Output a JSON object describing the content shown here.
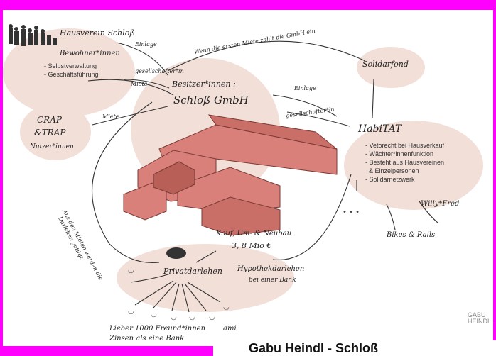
{
  "diagram": {
    "stakeholders": {
      "hausverein_title": "Hausverein Schloß",
      "bewohner": "Bewohner*innen",
      "items": [
        "- Selbstverwaltung",
        "- Geschäftsführung"
      ]
    },
    "owner": {
      "line1": "Besitzer*innen :",
      "line2": "Schloß GmbH"
    },
    "solidarfond": "Solidarfond",
    "crap_trap": {
      "line1": "CRAP",
      "line2": "&TRAP",
      "line3": "Nutzer*innen"
    },
    "habitat": {
      "title": "HabiTAT",
      "items": [
        "- Vetorecht bei Hausverkauf",
        "- Wächter*innenfunktion",
        "- Besteht aus Hausvereinen",
        "  & Einzelpersonen",
        "- Solidarnetzwerk"
      ]
    },
    "willy_fred": "Willy*Fred",
    "bikes_rails": "Bikes & Rails",
    "privatdarlehen": "Privatdarlehen",
    "kauf": {
      "line1": "Kauf, Um- & Neubau",
      "line2": "3, 8 Mio €"
    },
    "hypothek": {
      "line1": "Hypothekdarlehen",
      "line2": "bei einer Bank"
    },
    "bottom_note": {
      "line1": "Lieber 1000 Freund*innen",
      "line2": "Zinsen als eine Bank",
      "suffix": "ami"
    },
    "arrows": {
      "einlage_top": "Einlage",
      "gesellschafterin_top": "gesellschafter*in",
      "miete_left": "Miete",
      "einlage_right": "Einlage",
      "gesellschafterin_right": "gesellschafter*in",
      "miete_crap": "Miete",
      "top_arc": "Wenn die ersten Miete zahlt die GmbH ein",
      "left_arc_line1": "Aus den Mieten werden die",
      "left_arc_line2": "Darlehen getilgt"
    },
    "dots": "• • •"
  },
  "caption": "Gabu Heindl - Schloß",
  "logo_lines": [
    "GABU",
    "HEINDL"
  ],
  "colors": {
    "background": "#ff00ff",
    "blob": "#f2dfd8",
    "building": "#d9807a",
    "building_dark": "#b85f58"
  }
}
